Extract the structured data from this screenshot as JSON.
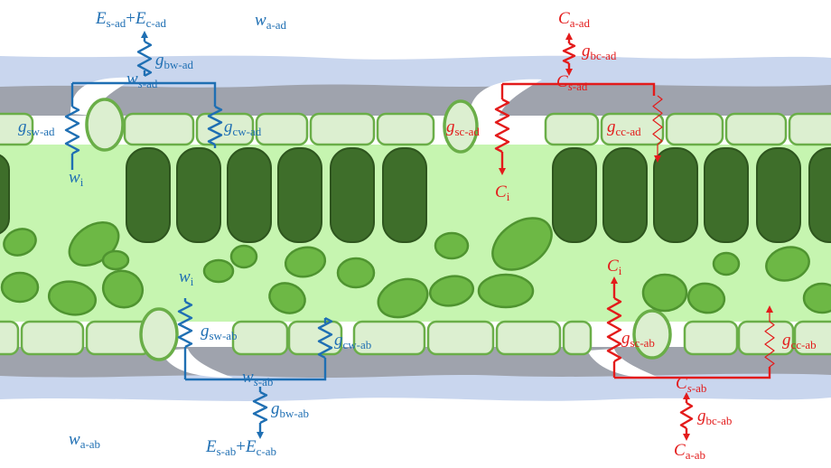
{
  "colors": {
    "cuticle": "#c9d6ee",
    "wax": "#9fa3ad",
    "epidermis_fill": "#dcefd0",
    "cell_edge": "#6aae48",
    "mesophyll": "#c6f5b0",
    "palisade": "#3e6e2a",
    "palisade_edge": "#2e551e",
    "spongy": "#6db845",
    "spongy_edge": "#4f9430",
    "water_path": "#1f6fb3",
    "co2_path": "#e31b1b"
  },
  "water": {
    "air_ad": {
      "main": "w",
      "sub": "a-ad"
    },
    "air_ab": {
      "main": "w",
      "sub": "a-ab"
    },
    "surface_ad": {
      "main": "w",
      "italic_sub": "s",
      "sub": "-ad"
    },
    "surface_ab": {
      "main": "w",
      "italic_sub": "s",
      "sub": "-ab"
    },
    "internal_top": {
      "main": "w",
      "sub": "i"
    },
    "internal_bottom": {
      "main": "w",
      "sub": "i"
    },
    "flux_ad": {
      "e1": "E",
      "s1": "s-ad",
      "plus": "+",
      "e2": "E",
      "s2": "c-ad"
    },
    "flux_ab": {
      "e1": "E",
      "s1": "s-ab",
      "plus": "+",
      "e2": "E",
      "s2": "c-ab"
    },
    "g_bw_ad": {
      "main": "g",
      "sub": "bw-ad"
    },
    "g_sw_ad": {
      "main": "g",
      "sub": "sw-ad"
    },
    "g_cw_ad": {
      "main": "g",
      "sub": "cw-ad"
    },
    "g_sw_ab": {
      "main": "g",
      "sub": "sw-ab"
    },
    "g_cw_ab": {
      "main": "g",
      "sub": "cw-ab"
    },
    "g_bw_ab": {
      "main": "g",
      "sub": "bw-ab"
    }
  },
  "co2": {
    "air_ad": {
      "main": "C",
      "sub": "a-ad"
    },
    "air_ab": {
      "main": "C",
      "sub": "a-ab"
    },
    "surface_ad": {
      "main": "C",
      "italic_sub": "s",
      "sub": "-ad"
    },
    "surface_ab": {
      "main": "C",
      "italic_sub": "s",
      "sub": "-ab"
    },
    "internal_top": {
      "main": "C",
      "sub": "i"
    },
    "internal_bottom": {
      "main": "C",
      "sub": "i"
    },
    "g_bc_ad": {
      "main": "g",
      "sub": "bc-ad"
    },
    "g_sc_ad": {
      "main": "g",
      "sub": "sc-ad"
    },
    "g_cc_ad": {
      "main": "g",
      "sub": "cc-ad"
    },
    "g_sc_ab": {
      "main": "g",
      "sub": "sc-ab"
    },
    "g_cc_ab": {
      "main": "g",
      "sub": "cc-ab"
    },
    "g_bc_ab": {
      "main": "g",
      "sub": "bc-ab"
    }
  }
}
